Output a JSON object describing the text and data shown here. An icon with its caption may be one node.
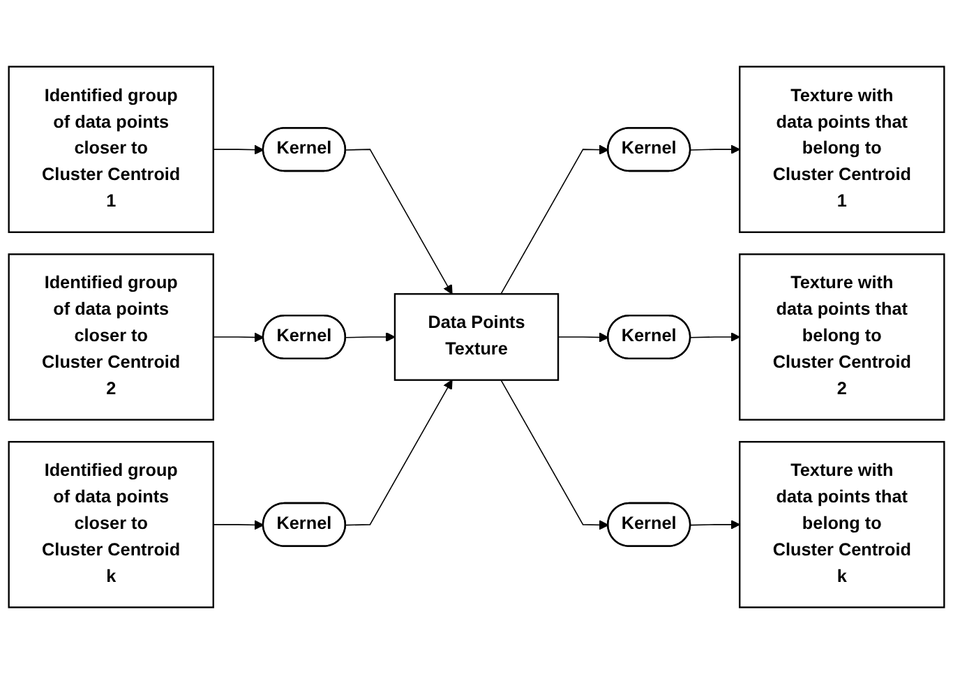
{
  "diagram": {
    "nodes": [
      {
        "text": [
          "Identified group of data points closer to Cluster Centroid 1"
        ]
      },
      {
        "text": [
          "Identified group of data points closer to Cluster Centroid 2"
        ]
      },
      {
        "text": [
          "Identified group of data points closer to Cluster Centroid k"
        ]
      },
      {
        "text": [
          "Kernel"
        ]
      },
      {
        "text": [
          "Kernel"
        ]
      },
      {
        "text": [
          "Kernel"
        ]
      },
      {
        "text": [
          "Data Points Texture"
        ]
      },
      {
        "text": [
          "Kernel"
        ]
      },
      {
        "text": [
          "Kernel"
        ]
      },
      {
        "text": [
          "Kernel"
        ]
      },
      {
        "text": [
          "Texture with data points that belong to Cluster Centroid 1"
        ]
      },
      {
        "text": [
          "Texture with data points that belong to Cluster Centroid 2"
        ]
      },
      {
        "text": [
          "Texture with data points that belong to Cluster Centroid k"
        ]
      }
    ],
    "edges": [
      {
        "from": 0,
        "to": 3,
        "arrow": "to"
      },
      {
        "from": 1,
        "to": 4,
        "arrow": "to"
      },
      {
        "from": 2,
        "to": 5,
        "arrow": "to"
      },
      {
        "from": 3,
        "to": 6,
        "arrow": "to"
      },
      {
        "from": 4,
        "to": 6,
        "arrow": "to"
      },
      {
        "from": 5,
        "to": 6,
        "arrow": "to"
      },
      {
        "from": 6,
        "to": 7,
        "arrow": "to"
      },
      {
        "from": 6,
        "to": 8,
        "arrow": "to"
      },
      {
        "from": 6,
        "to": 9,
        "arrow": "to"
      },
      {
        "from": 7,
        "to": 10,
        "arrow": "to"
      },
      {
        "from": 8,
        "to": 11,
        "arrow": "to"
      },
      {
        "from": 9,
        "to": 12,
        "arrow": "to"
      }
    ]
  }
}
